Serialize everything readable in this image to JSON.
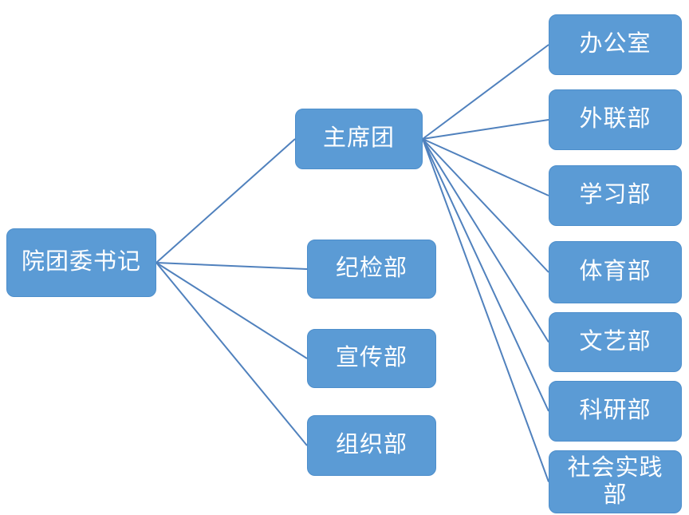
{
  "diagram": {
    "type": "org-chart",
    "colors": {
      "node_fill": "#5B9BD5",
      "node_border": "#4d8ecb",
      "node_text": "#FFFFFF",
      "connector": "#5081BD"
    },
    "nodes": {
      "root": {
        "label": "院团委书记"
      },
      "zhuxituan": {
        "label": "主席团"
      },
      "jijianbu": {
        "label": "纪检部"
      },
      "xuanchuanbu": {
        "label": "宣传部"
      },
      "zuzhibu": {
        "label": "组织部"
      },
      "bangongshi": {
        "label": "办公室"
      },
      "wailianbu": {
        "label": "外联部"
      },
      "xuexibu": {
        "label": "学习部"
      },
      "tiyubu": {
        "label": "体育部"
      },
      "wenyibu": {
        "label": "文艺部"
      },
      "keyanbu": {
        "label": "科研部"
      },
      "shehuishijianbu": {
        "label": "社会实践部"
      }
    },
    "edges": [
      [
        "root",
        "zhuxituan"
      ],
      [
        "root",
        "jijianbu"
      ],
      [
        "root",
        "xuanchuanbu"
      ],
      [
        "root",
        "zuzhibu"
      ],
      [
        "zhuxituan",
        "bangongshi"
      ],
      [
        "zhuxituan",
        "wailianbu"
      ],
      [
        "zhuxituan",
        "xuexibu"
      ],
      [
        "zhuxituan",
        "tiyubu"
      ],
      [
        "zhuxituan",
        "wenyibu"
      ],
      [
        "zhuxituan",
        "keyanbu"
      ],
      [
        "zhuxituan",
        "shehuishijianbu"
      ]
    ]
  }
}
